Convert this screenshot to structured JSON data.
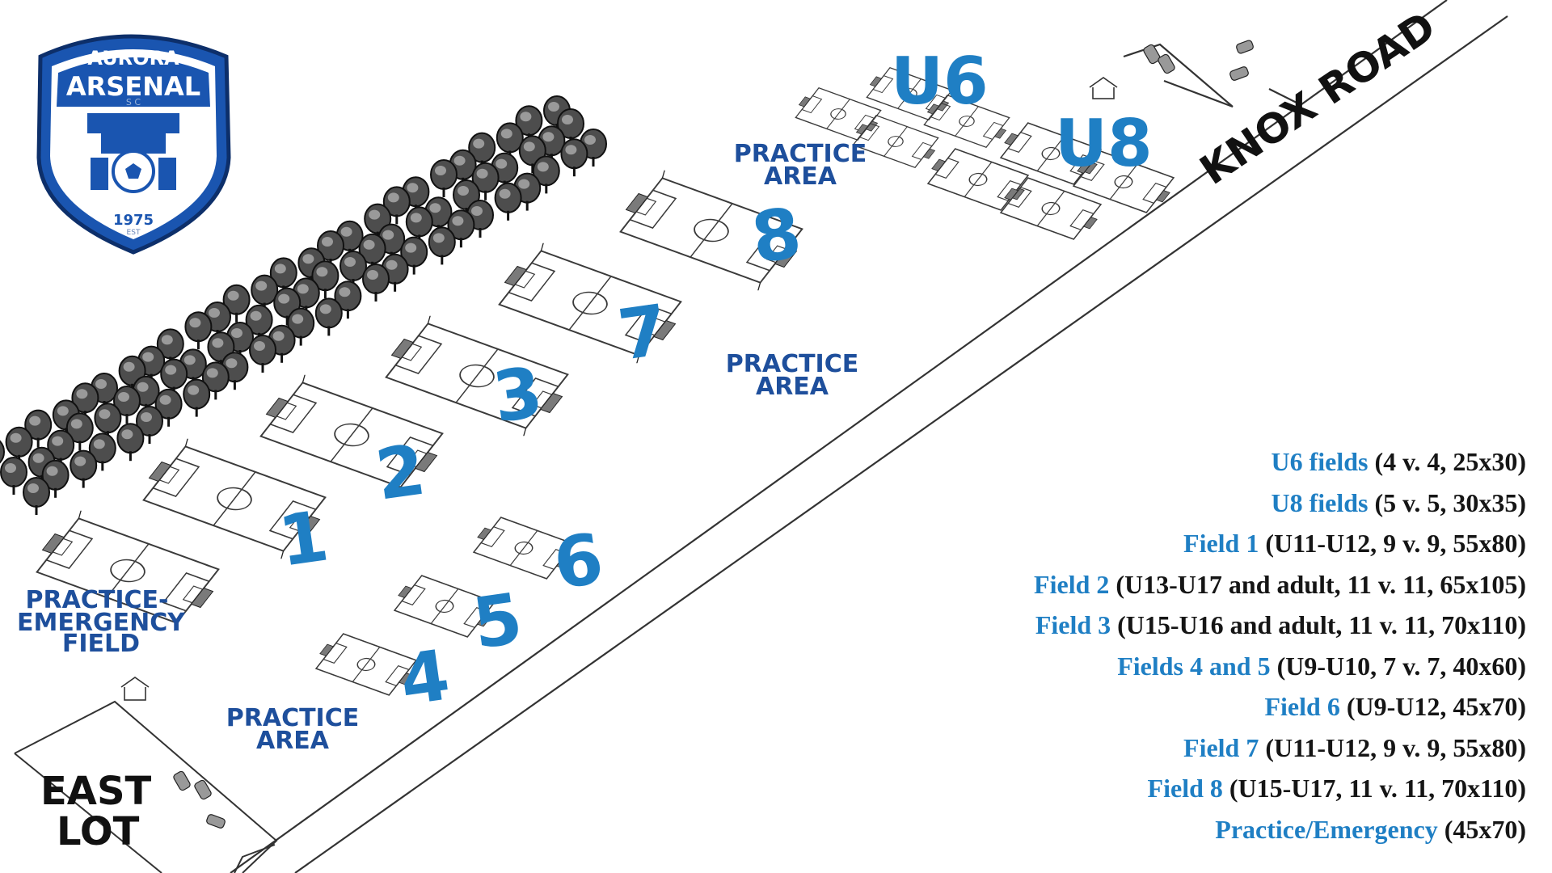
{
  "logo": {
    "top_text": "AURORA",
    "name": "ARSENAL",
    "initials": "S C",
    "year": "1975",
    "est": "EST"
  },
  "road_label": "KNOX ROAD",
  "lot_label": {
    "line1": "EAST",
    "line2": "LOT"
  },
  "field_numbers": [
    "1",
    "2",
    "3",
    "4",
    "5",
    "6",
    "7",
    "8"
  ],
  "group_labels": {
    "u6": "U6",
    "u8": "U8"
  },
  "practice_label": {
    "line1": "PRACTICE",
    "line2": "AREA"
  },
  "emergency_label": {
    "line1": "PRACTICE-",
    "line2": "EMERGENCY",
    "line3": "FIELD"
  },
  "legend": [
    {
      "name": "U6 fields",
      "detail": "(4 v. 4, 25x30)"
    },
    {
      "name": "U8 fields",
      "detail": "(5 v. 5, 30x35)"
    },
    {
      "name": "Field 1",
      "detail": "(U11-U12, 9 v. 9, 55x80)"
    },
    {
      "name": "Field 2",
      "detail": "(U13-U17 and adult, 11 v. 11, 65x105)"
    },
    {
      "name": "Field 3",
      "detail": "(U15-U16 and adult, 11 v. 11, 70x110)"
    },
    {
      "name": "Fields 4 and 5",
      "detail": "(U9-U10, 7 v. 7, 40x60)"
    },
    {
      "name": "Field 6",
      "detail": "(U9-U12, 45x70)"
    },
    {
      "name": "Field 7",
      "detail": "(U11-U12, 9 v. 9, 55x80)"
    },
    {
      "name": "Field 8",
      "detail": "(U15-U17, 11 v. 11, 70x110)"
    },
    {
      "name": "Practice/Emergency",
      "detail": "(45x70)"
    }
  ],
  "colors": {
    "label_blue": "#1f7fc4",
    "practice_blue": "#1e4f9c",
    "ink": "#2a2a2a",
    "logo_blue": "#1a55b0"
  }
}
